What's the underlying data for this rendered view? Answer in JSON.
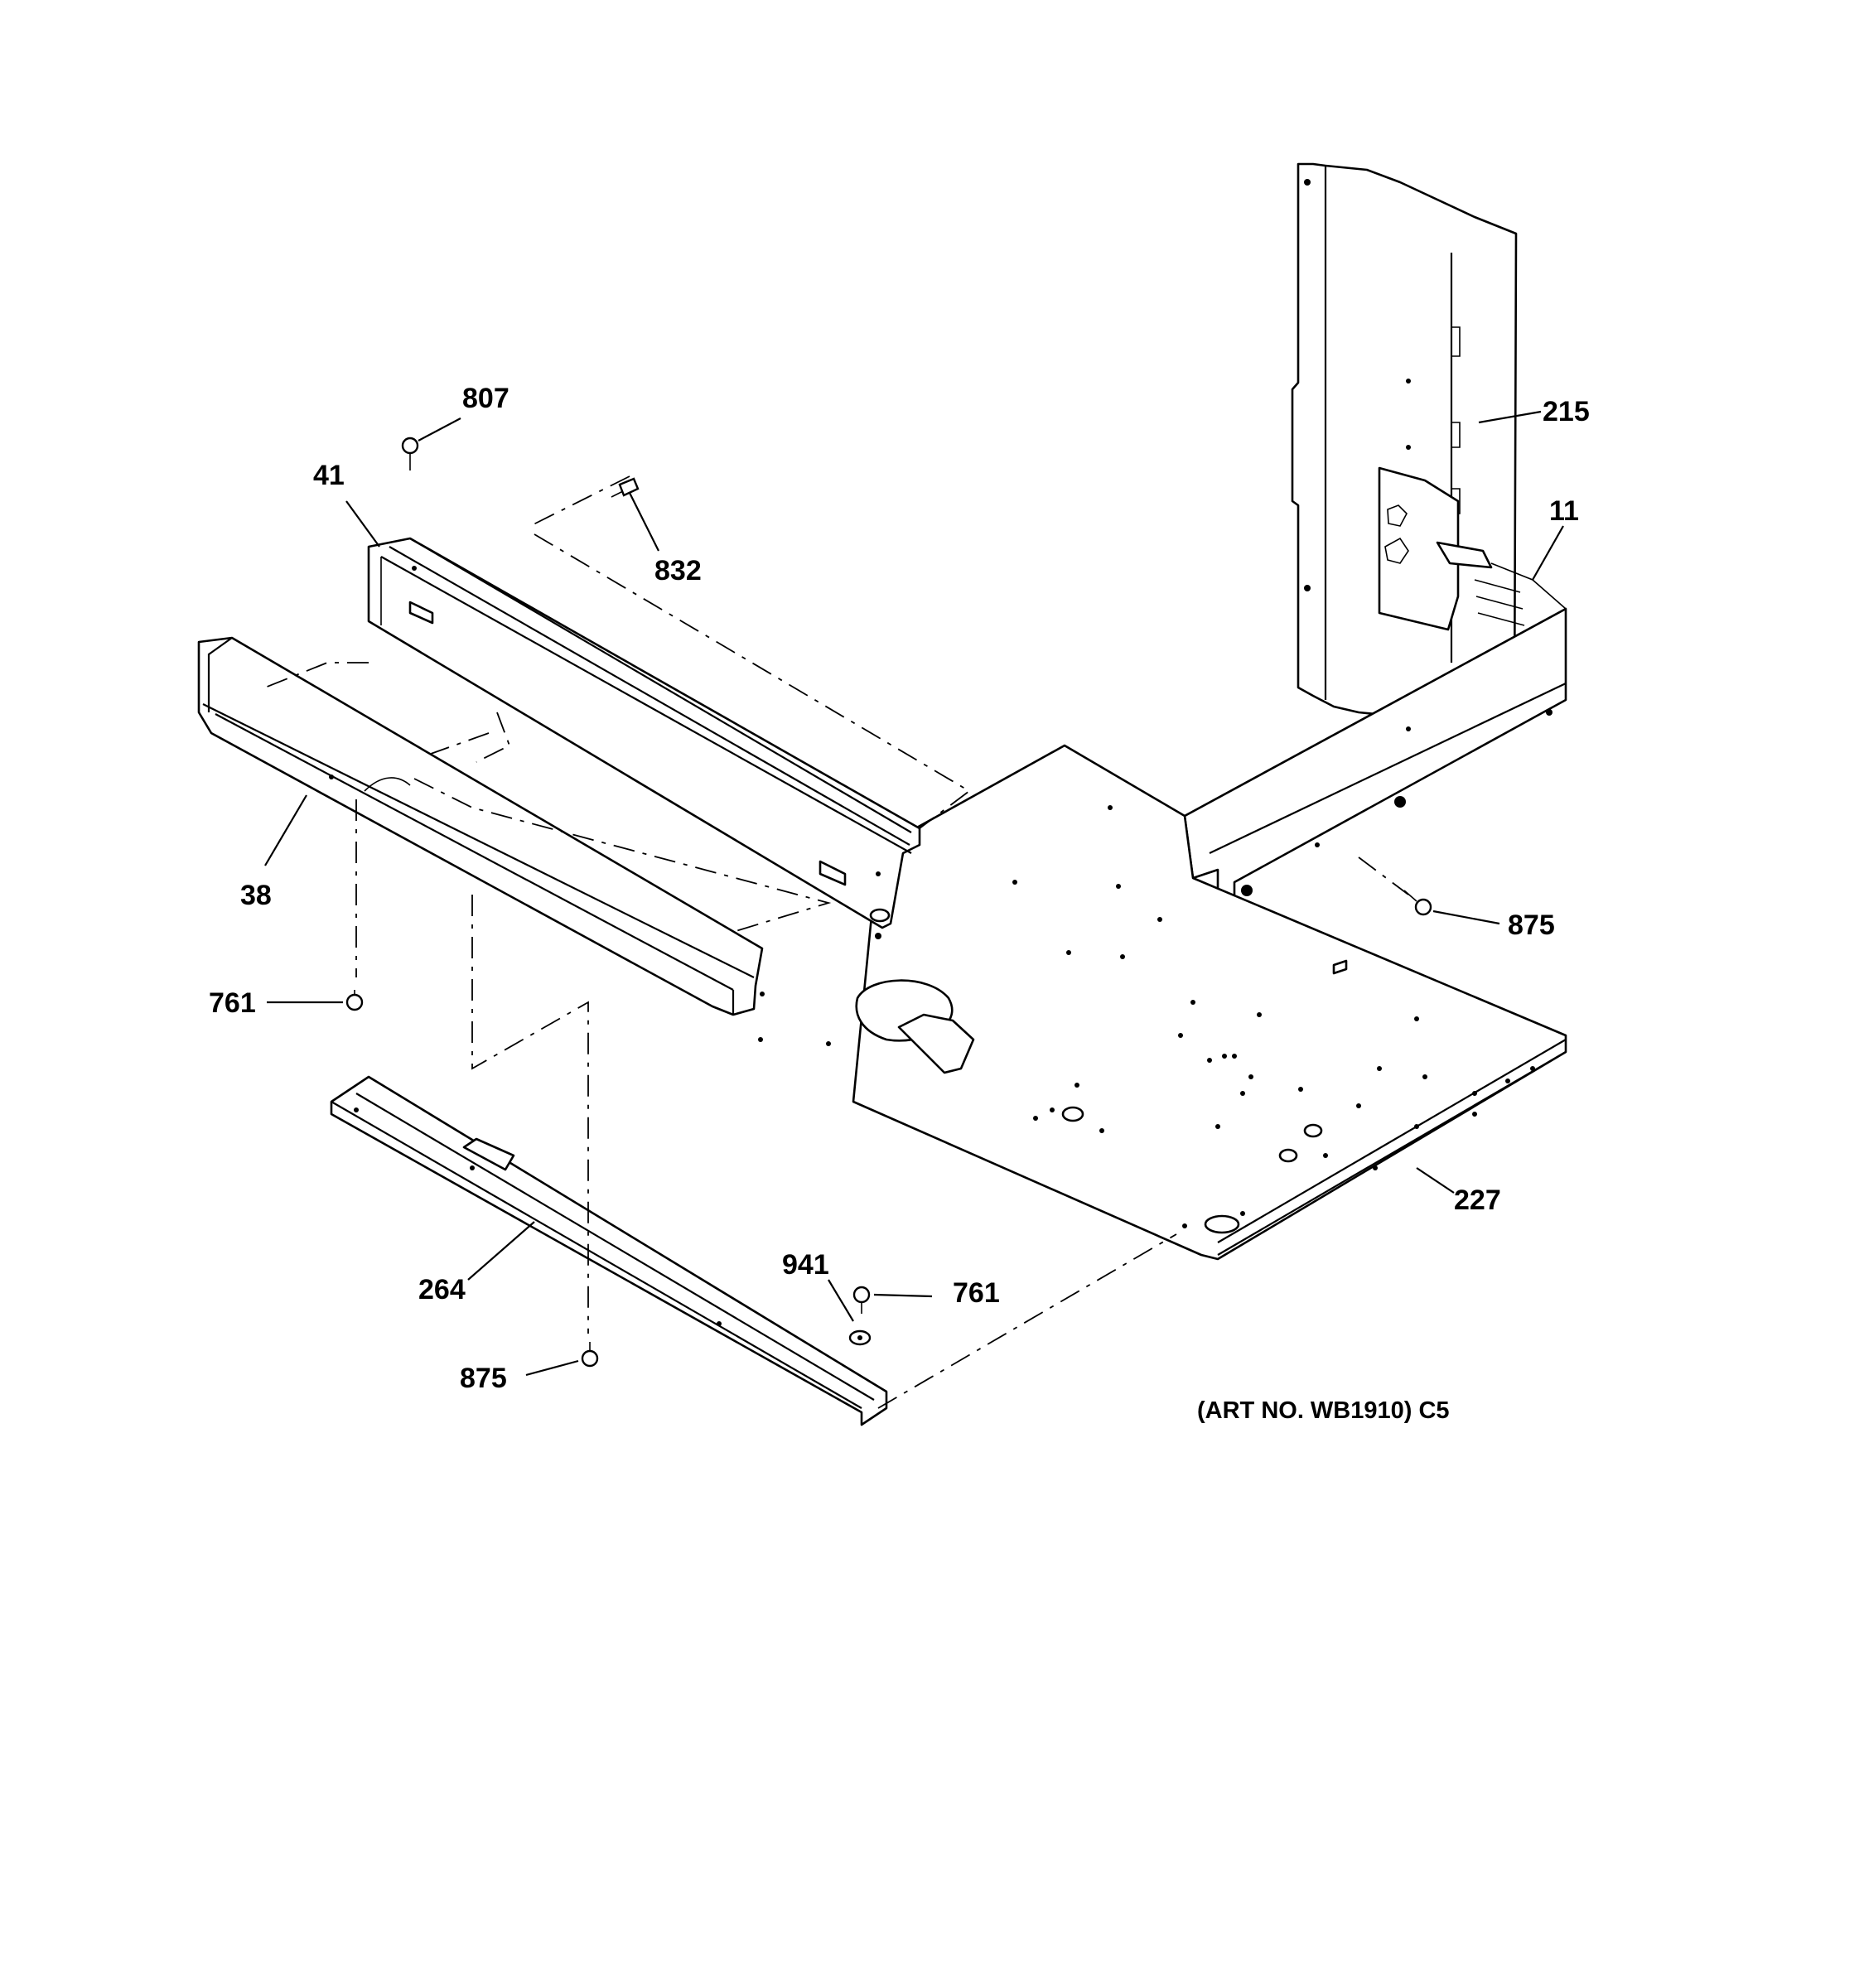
{
  "callouts": {
    "c807": "807",
    "c41": "41",
    "c832": "832",
    "c215": "215",
    "c11": "11",
    "c38": "38",
    "c875_right": "875",
    "c761_left": "761",
    "c227": "227",
    "c264": "264",
    "c941": "941",
    "c761_bottom": "761",
    "c875_bottom": "875"
  },
  "art_number": "(ART NO. WB1910) C5"
}
